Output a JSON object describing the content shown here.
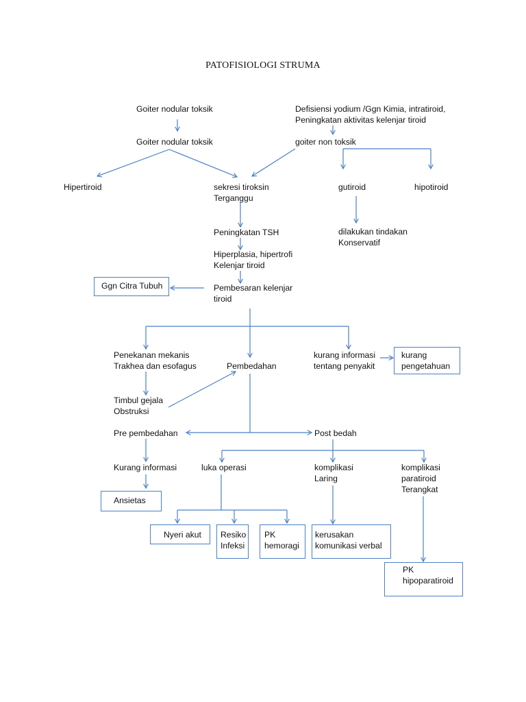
{
  "title": "PATOFISIOLOGI STRUMA",
  "colors": {
    "connector": "#4a7fc6",
    "box_border": "#4a7fc6",
    "text": "#111111"
  },
  "nodes": {
    "goiter_nodular_1": [
      "Goiter nodular toksik"
    ],
    "defisiensi": [
      "Defisiensi yodium /Ggn Kimia, intratiroid,",
      "Peningkatan aktivitas kelenjar tiroid"
    ],
    "goiter_nodular_2": [
      "Goiter nodular toksik"
    ],
    "goiter_non_toksik": [
      "goiter non toksik"
    ],
    "hipertiroid": [
      "Hipertiroid"
    ],
    "sekresi": [
      "sekresi tiroksin",
      " Terganggu"
    ],
    "gutiroid": [
      "gutiroid"
    ],
    "hipotiroid": [
      "hipotiroid"
    ],
    "peningkatan_tsh": [
      "Peningkatan TSH"
    ],
    "konservatif": [
      "dilakukan tindakan",
      "Konservatif"
    ],
    "hiperplasia": [
      "Hiperplasia, hipertrofi",
      "Kelenjar tiroid"
    ],
    "ggn_citra": [
      "Ggn Citra Tubuh"
    ],
    "pembesaran": [
      "Pembesaran kelenjar",
      "tiroid"
    ],
    "penekanan": [
      "Penekanan mekanis",
      "Trakhea dan esofagus"
    ],
    "pembedahan": [
      "Pembedahan"
    ],
    "kurang_info_penyakit": [
      "kurang informasi",
      "tentang penyakit"
    ],
    "kurang_pengetahuan": [
      "kurang",
      "pengetahuan"
    ],
    "timbul_gejala": [
      "Timbul gejala",
      "Obstruksi"
    ],
    "pre_pembedahan": [
      "Pre pembedahan"
    ],
    "post_bedah": [
      "Post bedah"
    ],
    "kurang_informasi": [
      "Kurang informasi"
    ],
    "luka_operasi": [
      "luka operasi"
    ],
    "komplikasi_laring": [
      "komplikasi",
      "Laring"
    ],
    "komplikasi_paratiroid": [
      "komplikasi",
      "paratiroid",
      "Terangkat"
    ],
    "ansietas": [
      "Ansietas"
    ],
    "nyeri_akut": [
      "Nyeri akut"
    ],
    "resiko_infeksi": [
      "Resiko",
      "Infeksi"
    ],
    "pk_hemoragi": [
      "PK",
      "hemoragi"
    ],
    "kerusakan_komunikasi": [
      "kerusakan",
      "komunikasi verbal"
    ],
    "pk_hipoparatiroid": [
      "PK",
      "hipoparatiroid"
    ]
  }
}
